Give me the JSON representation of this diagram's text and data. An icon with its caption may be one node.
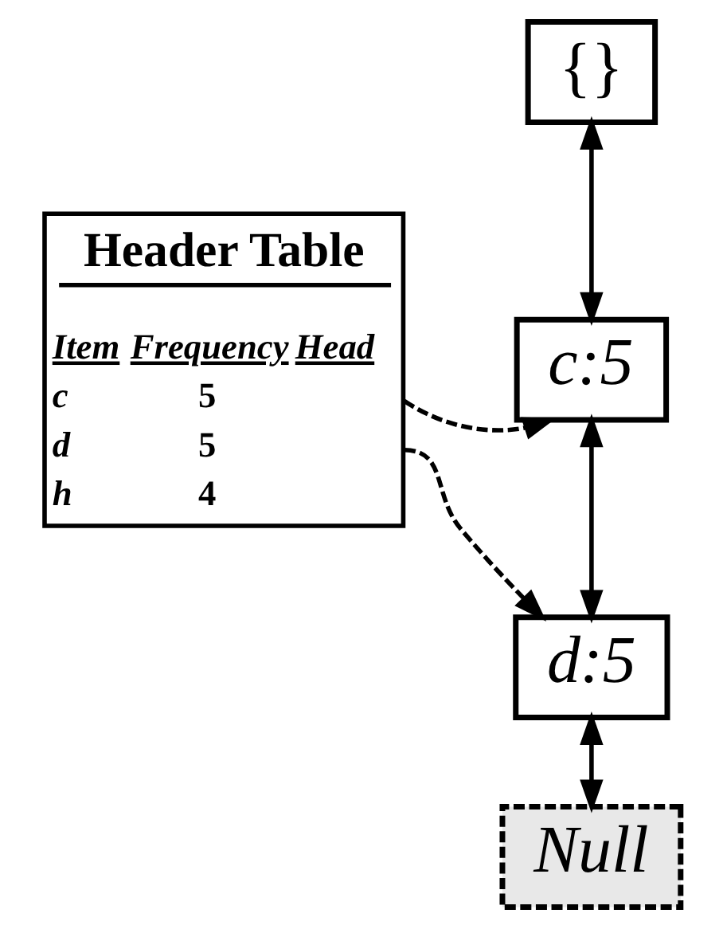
{
  "diagram": {
    "nodes": [
      {
        "text": [
          "{}"
        ]
      },
      {
        "text": [
          "Header Table",
          "Item",
          "Frequency",
          "Head",
          "c",
          "5",
          "d",
          "5",
          "h",
          "4"
        ]
      },
      {
        "text": [
          "c:5"
        ]
      },
      {
        "text": [
          "d:5"
        ]
      },
      {
        "text": [
          "Null"
        ]
      }
    ],
    "edges": [
      {
        "from": 0,
        "to": 2,
        "arrow": "both"
      },
      {
        "from": 2,
        "to": 3,
        "arrow": "both"
      },
      {
        "from": 3,
        "to": 4,
        "arrow": "both"
      },
      {
        "from": 1,
        "to": 2,
        "arrow": "to",
        "style": "dashed"
      },
      {
        "from": 1,
        "to": 3,
        "arrow": "to",
        "style": "dashed"
      }
    ]
  }
}
